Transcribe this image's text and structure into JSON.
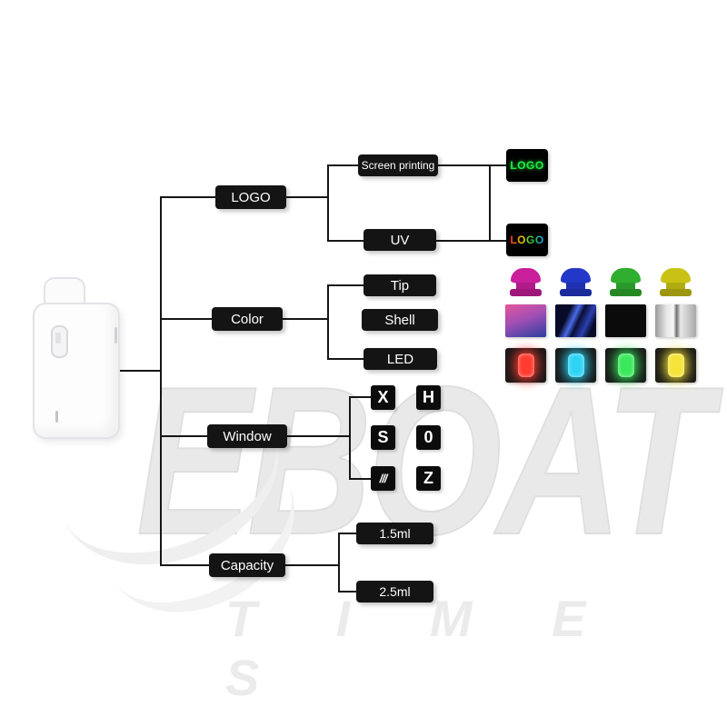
{
  "watermark": {
    "line1": "EBOAT",
    "line2": "T I M E S"
  },
  "tree": {
    "level1": [
      {
        "label": "LOGO"
      },
      {
        "label": "Color"
      },
      {
        "label": "Window"
      },
      {
        "label": "Capacity"
      }
    ],
    "logo": {
      "children": [
        {
          "label": "Screen printing"
        },
        {
          "label": "UV"
        }
      ],
      "results": [
        {
          "text": "LOGO",
          "style": "green-screen-print",
          "color": "#22ee44"
        },
        {
          "text": "LOGO",
          "style": "uv-multicolor",
          "colors": [
            "#ff2222",
            "#ffcc00",
            "#22cc33",
            "#2299ff"
          ]
        }
      ]
    },
    "color": {
      "children": [
        {
          "label": "Tip"
        },
        {
          "label": "Shell"
        },
        {
          "label": "LED"
        }
      ],
      "tip_colors": [
        "#c91f9b",
        "#2337c8",
        "#2fae2f",
        "#c9c214"
      ],
      "shell_styles": [
        "pink-blue-gradient",
        "blue-lightning",
        "black",
        "silver"
      ],
      "led_colors": [
        "#ff3b30",
        "#2fd4f5",
        "#3ae85c",
        "#f5e33a"
      ]
    },
    "window": {
      "glyphs": [
        "X",
        "H",
        "S",
        "0",
        "///",
        "Z"
      ]
    },
    "capacity": {
      "children": [
        {
          "label": "1.5ml"
        },
        {
          "label": "2.5ml"
        }
      ]
    }
  }
}
